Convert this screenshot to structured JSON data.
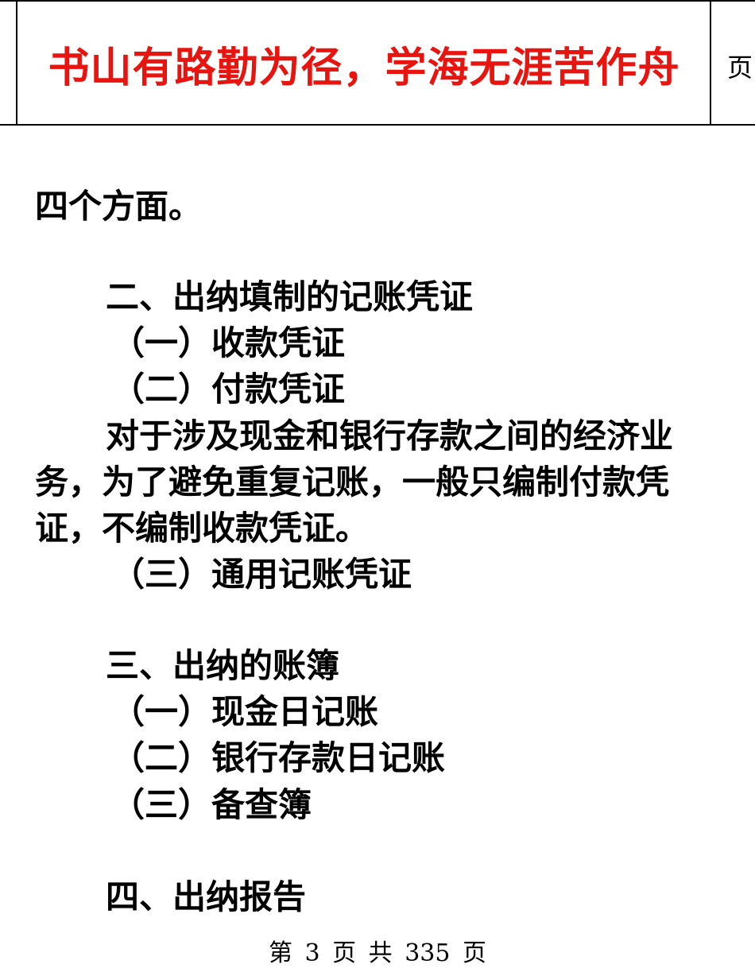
{
  "header": {
    "motto": "书山有路勤为径，学海无涯苦作舟",
    "side_label": "页"
  },
  "content": {
    "lines": [
      "四个方面。",
      "二、出纳填制的记账凭证",
      "（一）收款凭证",
      "（二）付款凭证",
      "对于涉及现金和银行存款之间的经济业",
      "务，为了避免重复记账，一般只编制付款凭",
      "证，不编制收款凭证。",
      "（三）通用记账凭证",
      "三、出纳的账簿",
      "（一）现金日记账",
      "（二）银行存款日记账",
      "（三）备查簿",
      "四、出纳报告"
    ]
  },
  "footer": {
    "page_text": "第 3 页 共 335 页"
  },
  "colors": {
    "motto": "#e8140f",
    "text": "#000000",
    "rule": "#000000"
  }
}
